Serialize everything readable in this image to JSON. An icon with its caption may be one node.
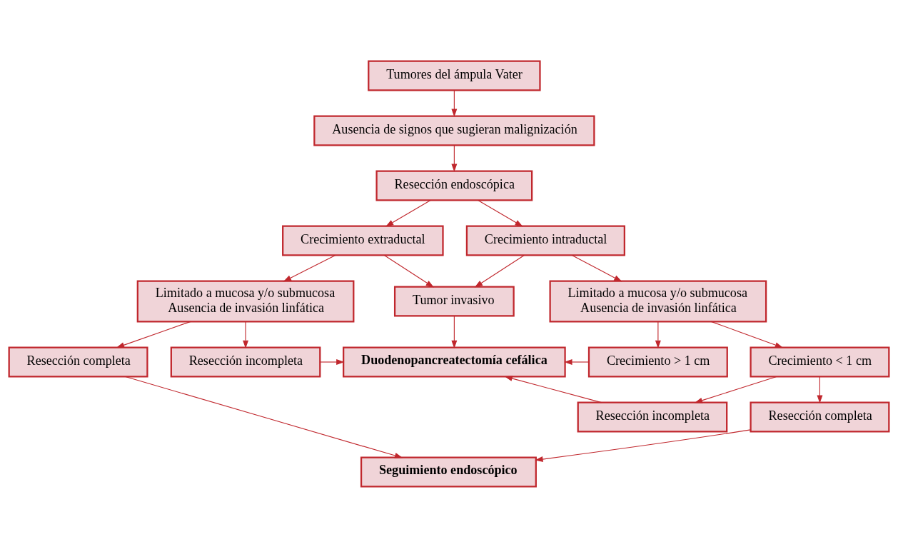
{
  "diagram": {
    "nodes": [
      {
        "text": [
          "Tumores del ámpula Vater"
        ]
      },
      {
        "text": [
          "Ausencia de signos que sugieran malignización"
        ]
      },
      {
        "text": [
          "Resección endoscópica"
        ]
      },
      {
        "text": [
          "Crecimiento extraductal"
        ]
      },
      {
        "text": [
          "Crecimiento intraductal"
        ]
      },
      {
        "text": [
          "Limitado a mucosa y/o submucosa",
          "Ausencia de invasión linfática"
        ]
      },
      {
        "text": [
          "Tumor invasivo"
        ]
      },
      {
        "text": [
          "Limitado a mucosa y/o submucosa",
          "Ausencia de invasión linfática"
        ]
      },
      {
        "text": [
          "Duodenopancreatectomía cefálica"
        ]
      },
      {
        "text": [
          "Resección completa"
        ]
      },
      {
        "text": [
          "Resección incompleta"
        ]
      },
      {
        "text": [
          "Crecimiento > 1 cm"
        ]
      },
      {
        "text": [
          "Crecimiento < 1 cm"
        ]
      },
      {
        "text": [
          "Resección incompleta"
        ]
      },
      {
        "text": [
          "Resección completa"
        ]
      },
      {
        "text": [
          "Seguimiento endoscópico"
        ]
      }
    ],
    "edges": [
      {
        "from": 0,
        "to": 1,
        "arrow": "to"
      },
      {
        "from": 1,
        "to": 2,
        "arrow": "to"
      },
      {
        "from": 2,
        "to": 3,
        "arrow": "to"
      },
      {
        "from": 2,
        "to": 4,
        "arrow": "to"
      },
      {
        "from": 3,
        "to": 5,
        "arrow": "to"
      },
      {
        "from": 3,
        "to": 6,
        "arrow": "to"
      },
      {
        "from": 4,
        "to": 6,
        "arrow": "to"
      },
      {
        "from": 4,
        "to": 7,
        "arrow": "to"
      },
      {
        "from": 6,
        "to": 8,
        "arrow": "to"
      },
      {
        "from": 5,
        "to": 9,
        "arrow": "to"
      },
      {
        "from": 5,
        "to": 10,
        "arrow": "to"
      },
      {
        "from": 10,
        "to": 8,
        "arrow": "to"
      },
      {
        "from": 7,
        "to": 11,
        "arrow": "to"
      },
      {
        "from": 7,
        "to": 12,
        "arrow": "to"
      },
      {
        "from": 11,
        "to": 8,
        "arrow": "to"
      },
      {
        "from": 12,
        "to": 13,
        "arrow": "to"
      },
      {
        "from": 12,
        "to": 14,
        "arrow": "to"
      },
      {
        "from": 13,
        "to": 8,
        "arrow": "to"
      },
      {
        "from": 9,
        "to": 15,
        "arrow": "to"
      },
      {
        "from": 14,
        "to": 15,
        "arrow": "to"
      }
    ]
  }
}
